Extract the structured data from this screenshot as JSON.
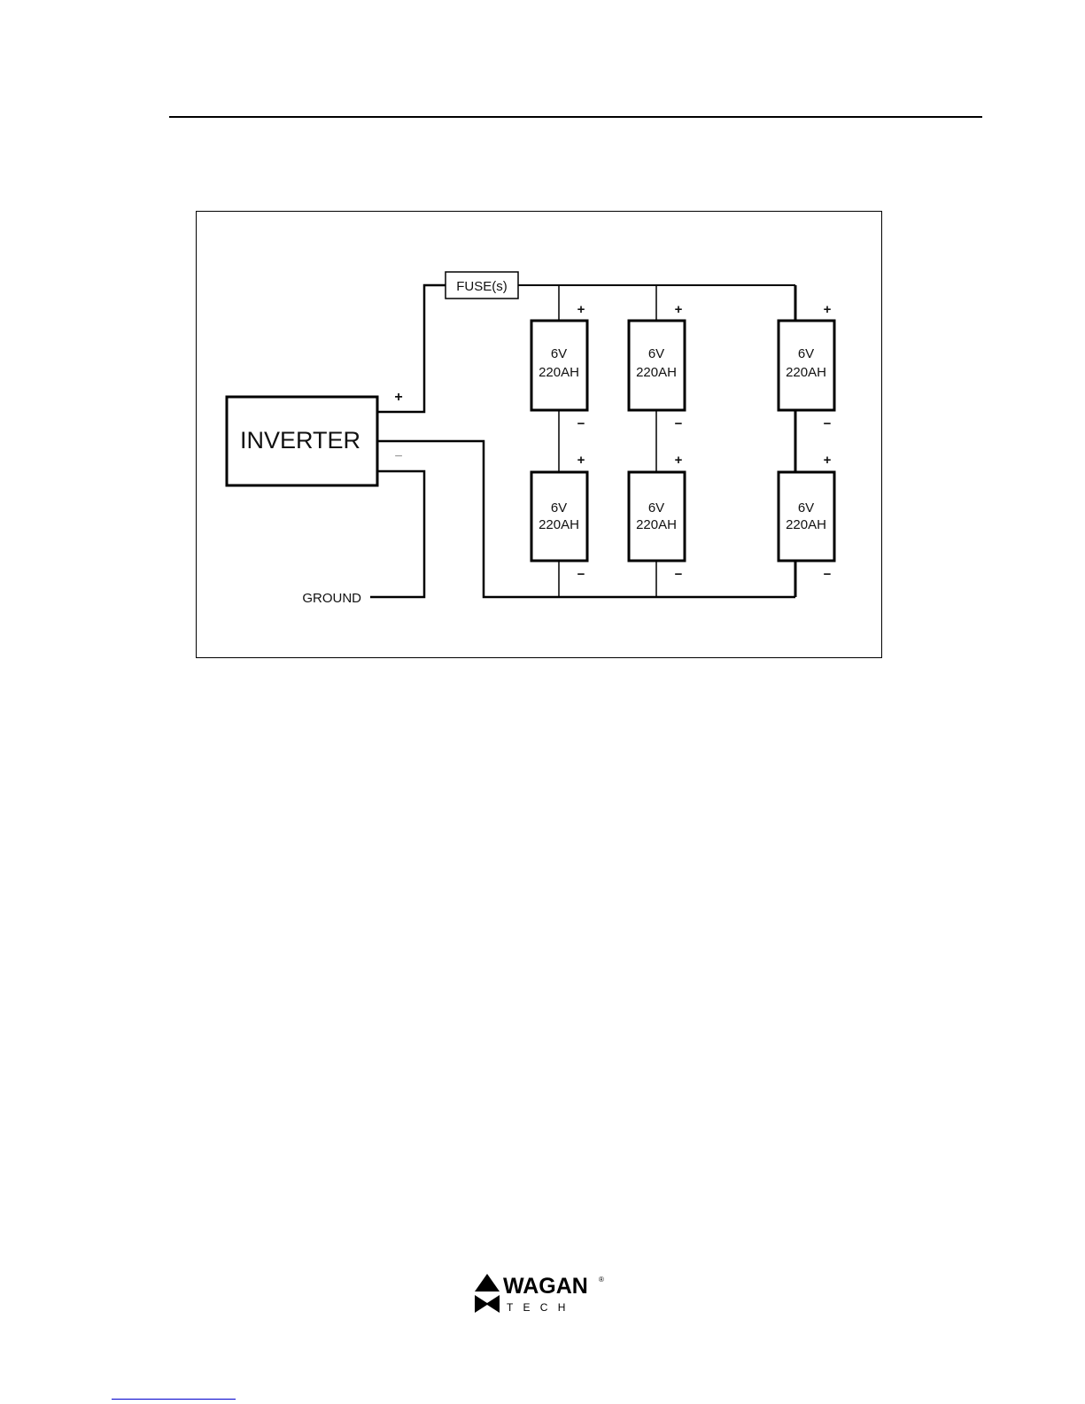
{
  "diagram": {
    "inverter_label": "INVERTER",
    "fuse_label": "FUSE(s)",
    "ground_label": "GROUND",
    "plus": "+",
    "minus": "−",
    "batteries": [
      {
        "id": "b1",
        "volt": "6V",
        "cap": "220AH"
      },
      {
        "id": "b2",
        "volt": "6V",
        "cap": "220AH"
      },
      {
        "id": "b3",
        "volt": "6V",
        "cap": "220AH"
      },
      {
        "id": "b4",
        "volt": "6V",
        "cap": "220AH"
      },
      {
        "id": "b5",
        "volt": "6V",
        "cap": "220AH"
      },
      {
        "id": "b6",
        "volt": "6V",
        "cap": "220AH"
      }
    ]
  },
  "footer": {
    "brand": "WAGAN",
    "sub": "T E C H",
    "registered": "®"
  }
}
